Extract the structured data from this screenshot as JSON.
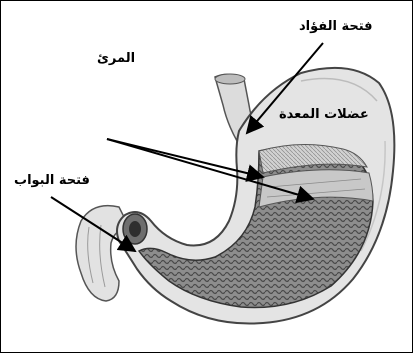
{
  "labels": {
    "cardia_opening": "فتحة الفؤاد",
    "esophagus": "المرئ",
    "stomach_muscles": "عضلات المعدة",
    "pyloric_opening": "فتحة البواب"
  },
  "colors": {
    "background": "#ffffff",
    "border": "#000000",
    "outer_wall": "#e4e4e4",
    "inner_lining": "#9a9a9a",
    "arrow": "#000000"
  }
}
